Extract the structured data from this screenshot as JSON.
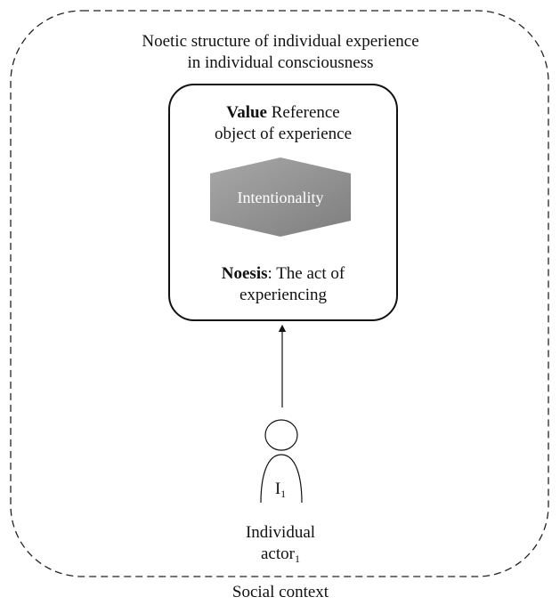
{
  "outer_box": {
    "title_line1": "Noetic structure of individual experience",
    "title_line2": "in individual consciousness"
  },
  "inner_box": {
    "value_bold": "Value",
    "value_rest": " Reference",
    "value_line2": "object of experience",
    "intentionality": "Intentionality",
    "noesis_bold": "Noesis",
    "noesis_rest": ": The act of",
    "noesis_line2": "experiencing"
  },
  "actor": {
    "initial": "I",
    "initial_sub": "1",
    "label_line1": "Individual",
    "label_line2": "actor",
    "label_sub": "1"
  },
  "footer": {
    "social_context": "Social context"
  },
  "colors": {
    "stroke": "#111111",
    "hexagon_fill_light": "#a6a6a6",
    "hexagon_fill_dark": "#7f7f7f",
    "hexagon_text": "#ffffff"
  }
}
